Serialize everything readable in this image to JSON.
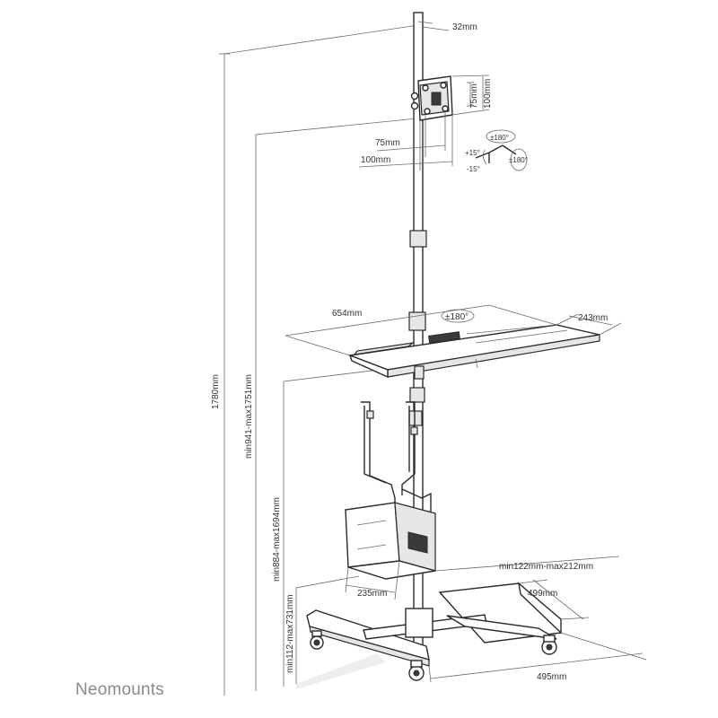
{
  "brand": {
    "name": "Neomounts"
  },
  "dimensions": {
    "pole_diameter": "32mm",
    "vesa_height_75": "75mm",
    "vesa_height_100": "100mm",
    "vesa_width_75": "75mm",
    "vesa_width_100": "100mm",
    "total_height": "1780mm",
    "monitor_height_range": "min941-max1751mm",
    "platform_height_range": "min884-max1694mm",
    "base_height_range": "min112-max731mm",
    "platform_width": "654mm",
    "platform_depth": "243mm",
    "cpu_holder_width": "235mm",
    "cpu_holder_range": "min122mm-max212mm",
    "base_depth": "499mm",
    "base_width": "495mm"
  },
  "rotation": {
    "tilt_up": "+15°",
    "tilt_down": "-15°",
    "swivel": "±180°",
    "rotate": "±180°",
    "platform_rotate": "±180°"
  },
  "colors": {
    "line": "#2a2a2a",
    "text": "#333333",
    "brand": "#8a8a8a"
  }
}
